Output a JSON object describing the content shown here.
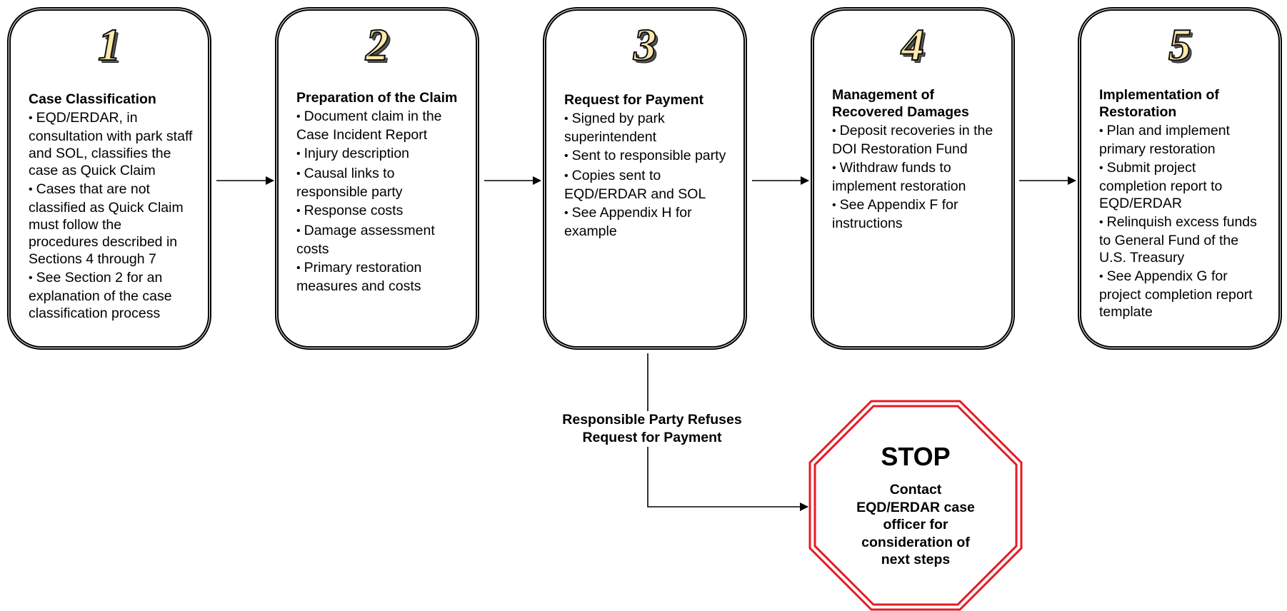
{
  "steps": [
    {
      "number": "1",
      "title": "Case Classification",
      "bullets": [
        "EQD/ERDAR, in consultation with park staff and SOL, classifies the case as Quick Claim",
        "Cases that are not classified as Quick Claim must follow the procedures described in Sections 4 through 7",
        "See Section 2 for an explanation of the case classification process"
      ]
    },
    {
      "number": "2",
      "title": "Preparation of the Claim",
      "bullets": [
        "Document claim in the Case Incident Report",
        "Injury description",
        "Causal links to responsible party",
        "Response costs",
        "Damage assessment costs",
        "Primary restoration measures and costs"
      ]
    },
    {
      "number": "3",
      "title": "Request for Payment",
      "bullets": [
        "Signed by park superintendent",
        "Sent to responsible party",
        "Copies sent to EQD/ERDAR and SOL",
        "See Appendix H for example"
      ]
    },
    {
      "number": "4",
      "title": "Management of Recovered Damages",
      "bullets": [
        "Deposit recoveries in the DOI Restoration Fund",
        "Withdraw funds to implement restoration",
        "See Appendix F for instructions"
      ]
    },
    {
      "number": "5",
      "title": "Implementation of Restoration",
      "bullets": [
        "Plan and implement primary restoration",
        "Submit project completion report to EQD/ERDAR",
        "Relinquish excess funds to General Fund of the U.S. Treasury",
        "See Appendix G for project completion report template"
      ]
    }
  ],
  "refusal": {
    "label": "Responsible Party Refuses Request for Payment"
  },
  "stop": {
    "title": "STOP",
    "message": "Contact EQD/ERDAR case officer for consideration of next steps",
    "color": "#e31b23"
  }
}
